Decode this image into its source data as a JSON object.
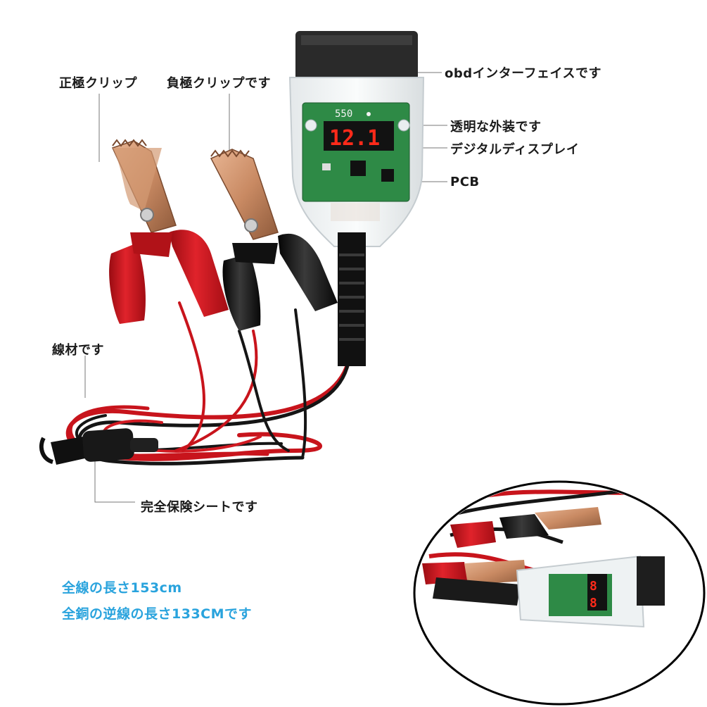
{
  "labels": {
    "positive_clip": "正極クリップ",
    "negative_clip": "負極クリップです",
    "obd_interface": "obdインターフェイスです",
    "transparent_case": "透明な外装です",
    "digital_display": "デジタルディスプレイ",
    "pcb": "PCB",
    "wire": "線材です",
    "fuse_sheet": "完全保険シートです"
  },
  "specs": {
    "total_length": "全線の長さ153cm",
    "copper_reverse_length": "全銅の逆線の長さ133CMです"
  },
  "device": {
    "board_marking": "550",
    "display_reading": "12.1"
  },
  "colors": {
    "positive_wire": "#c8141c",
    "negative_wire": "#151515",
    "copper_clip": "#c98a63",
    "pcb_green": "#2e8a46",
    "display_red": "#ff2a1a",
    "spec_text_blue": "#29a3dd"
  }
}
